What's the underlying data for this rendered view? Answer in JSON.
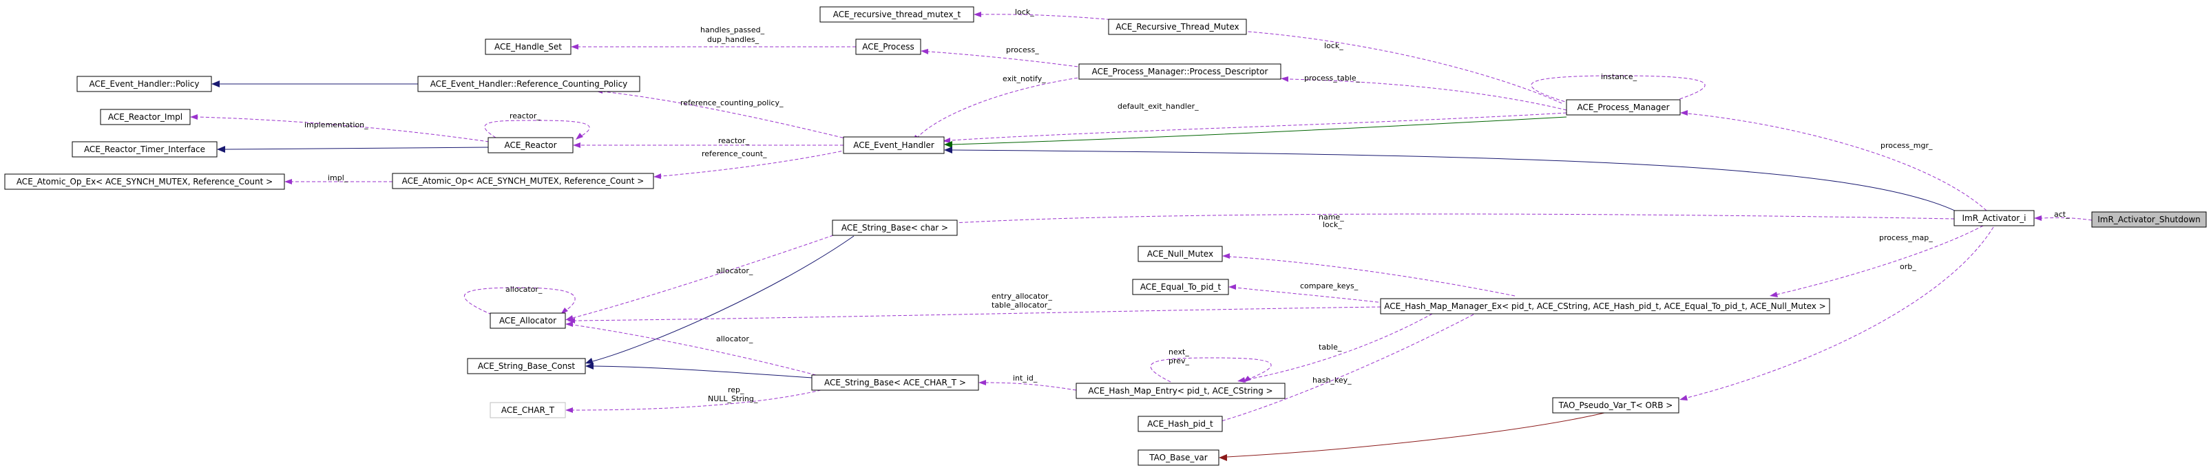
{
  "diagram": {
    "nodes": [
      {
        "id": "recursive_thread_mutex_t",
        "label": "ACE_recursive_thread_mutex_t"
      },
      {
        "id": "recursive_thread_mutex",
        "label": "ACE_Recursive_Thread_Mutex"
      },
      {
        "id": "handle_set",
        "label": "ACE_Handle_Set"
      },
      {
        "id": "process",
        "label": "ACE_Process"
      },
      {
        "id": "process_descriptor",
        "label": "ACE_Process_Manager::Process_Descriptor"
      },
      {
        "id": "eh_policy",
        "label": "ACE_Event_Handler::Policy"
      },
      {
        "id": "eh_refcount_policy",
        "label": "ACE_Event_Handler::Reference_Counting_Policy"
      },
      {
        "id": "reactor_impl",
        "label": "ACE_Reactor_Impl"
      },
      {
        "id": "process_manager",
        "label": "ACE_Process_Manager"
      },
      {
        "id": "reactor_timer_interface",
        "label": "ACE_Reactor_Timer_Interface"
      },
      {
        "id": "reactor",
        "label": "ACE_Reactor"
      },
      {
        "id": "event_handler",
        "label": "ACE_Event_Handler"
      },
      {
        "id": "atomic_op_ex",
        "label": "ACE_Atomic_Op_Ex< ACE_SYNCH_MUTEX, Reference_Count >"
      },
      {
        "id": "atomic_op",
        "label": "ACE_Atomic_Op< ACE_SYNCH_MUTEX, Reference_Count >"
      },
      {
        "id": "imr_activator_i",
        "label": "ImR_Activator_i"
      },
      {
        "id": "imr_activator_shutdown",
        "label": "ImR_Activator_Shutdown"
      },
      {
        "id": "null_mutex",
        "label": "ACE_Null_Mutex"
      },
      {
        "id": "string_base_char",
        "label": "ACE_String_Base< char >"
      },
      {
        "id": "equal_to_pid",
        "label": "ACE_Equal_To_pid_t"
      },
      {
        "id": "allocator",
        "label": "ACE_Allocator"
      },
      {
        "id": "hash_map_manager_ex",
        "label": "ACE_Hash_Map_Manager_Ex< pid_t, ACE_CString, ACE_Hash_pid_t, ACE_Equal_To_pid_t, ACE_Null_Mutex >"
      },
      {
        "id": "string_base_const",
        "label": "ACE_String_Base_Const"
      },
      {
        "id": "string_base_char_t",
        "label": "ACE_String_Base< ACE_CHAR_T >"
      },
      {
        "id": "hash_map_entry",
        "label": "ACE_Hash_Map_Entry< pid_t, ACE_CString >"
      },
      {
        "id": "ace_char_t",
        "label": "ACE_CHAR_T"
      },
      {
        "id": "hash_pid",
        "label": "ACE_Hash_pid_t"
      },
      {
        "id": "tao_pseudo_var",
        "label": "TAO_Pseudo_Var_T< ORB >"
      },
      {
        "id": "tao_base_var",
        "label": "TAO_Base_var"
      }
    ],
    "edge_labels": [
      {
        "id": "lock_1",
        "text": "lock_"
      },
      {
        "id": "lock_2",
        "text": "lock_"
      },
      {
        "id": "handles_passed_1",
        "text": "handles_passed_"
      },
      {
        "id": "handles_passed_2",
        "text": "dup_handles_"
      },
      {
        "id": "process",
        "text": "process_"
      },
      {
        "id": "instance",
        "text": "instance_"
      },
      {
        "id": "process_table",
        "text": "process_table_"
      },
      {
        "id": "exit_notify",
        "text": "exit_notify_"
      },
      {
        "id": "default_exit_handler",
        "text": "default_exit_handler_"
      },
      {
        "id": "reactor_1",
        "text": "reactor_"
      },
      {
        "id": "implementation",
        "text": "implementation_"
      },
      {
        "id": "refcount_policy",
        "text": "reference_counting_policy_"
      },
      {
        "id": "reactor_2",
        "text": "reactor_"
      },
      {
        "id": "reference_count",
        "text": "reference_count_"
      },
      {
        "id": "impl",
        "text": "impl_"
      },
      {
        "id": "process_mgr",
        "text": "process_mgr_"
      },
      {
        "id": "act",
        "text": "act_"
      },
      {
        "id": "name",
        "text": "name_"
      },
      {
        "id": "process_map",
        "text": "process_map_"
      },
      {
        "id": "lock_3",
        "text": "lock_"
      },
      {
        "id": "orb",
        "text": "orb_"
      },
      {
        "id": "allocator_1",
        "text": "allocator_"
      },
      {
        "id": "allocator_self",
        "text": "allocator_"
      },
      {
        "id": "compare_keys",
        "text": "compare_keys_"
      },
      {
        "id": "entry_allocator_1",
        "text": "entry_allocator_"
      },
      {
        "id": "entry_allocator_2",
        "text": "table_allocator_"
      },
      {
        "id": "allocator_2",
        "text": "allocator_"
      },
      {
        "id": "next_1",
        "text": "next_"
      },
      {
        "id": "next_2",
        "text": "prev_"
      },
      {
        "id": "table",
        "text": "table_"
      },
      {
        "id": "int_id",
        "text": "int_id_"
      },
      {
        "id": "rep_1",
        "text": "rep_"
      },
      {
        "id": "rep_2",
        "text": "NULL_String_"
      },
      {
        "id": "hash_key",
        "text": "hash_key_"
      }
    ]
  }
}
